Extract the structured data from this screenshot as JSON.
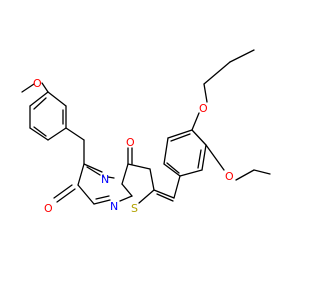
{
  "molecule": {
    "atoms": [
      {
        "id": "O_methoxy",
        "symbol": "O"
      },
      {
        "id": "N1",
        "symbol": "N"
      },
      {
        "id": "O_carbonyl_upper",
        "symbol": "O"
      },
      {
        "id": "O_ethoxy",
        "symbol": "O"
      },
      {
        "id": "O_propoxy",
        "symbol": "O"
      },
      {
        "id": "S1",
        "symbol": "S"
      },
      {
        "id": "O_carbonyl_lower",
        "symbol": "O"
      },
      {
        "id": "N2",
        "symbol": "N"
      }
    ],
    "colors": {
      "carbon_bond": "#000000",
      "oxygen": "#ff0000",
      "nitrogen": "#0000ff",
      "sulfur": "#b2a200",
      "background": "#ffffff"
    }
  }
}
